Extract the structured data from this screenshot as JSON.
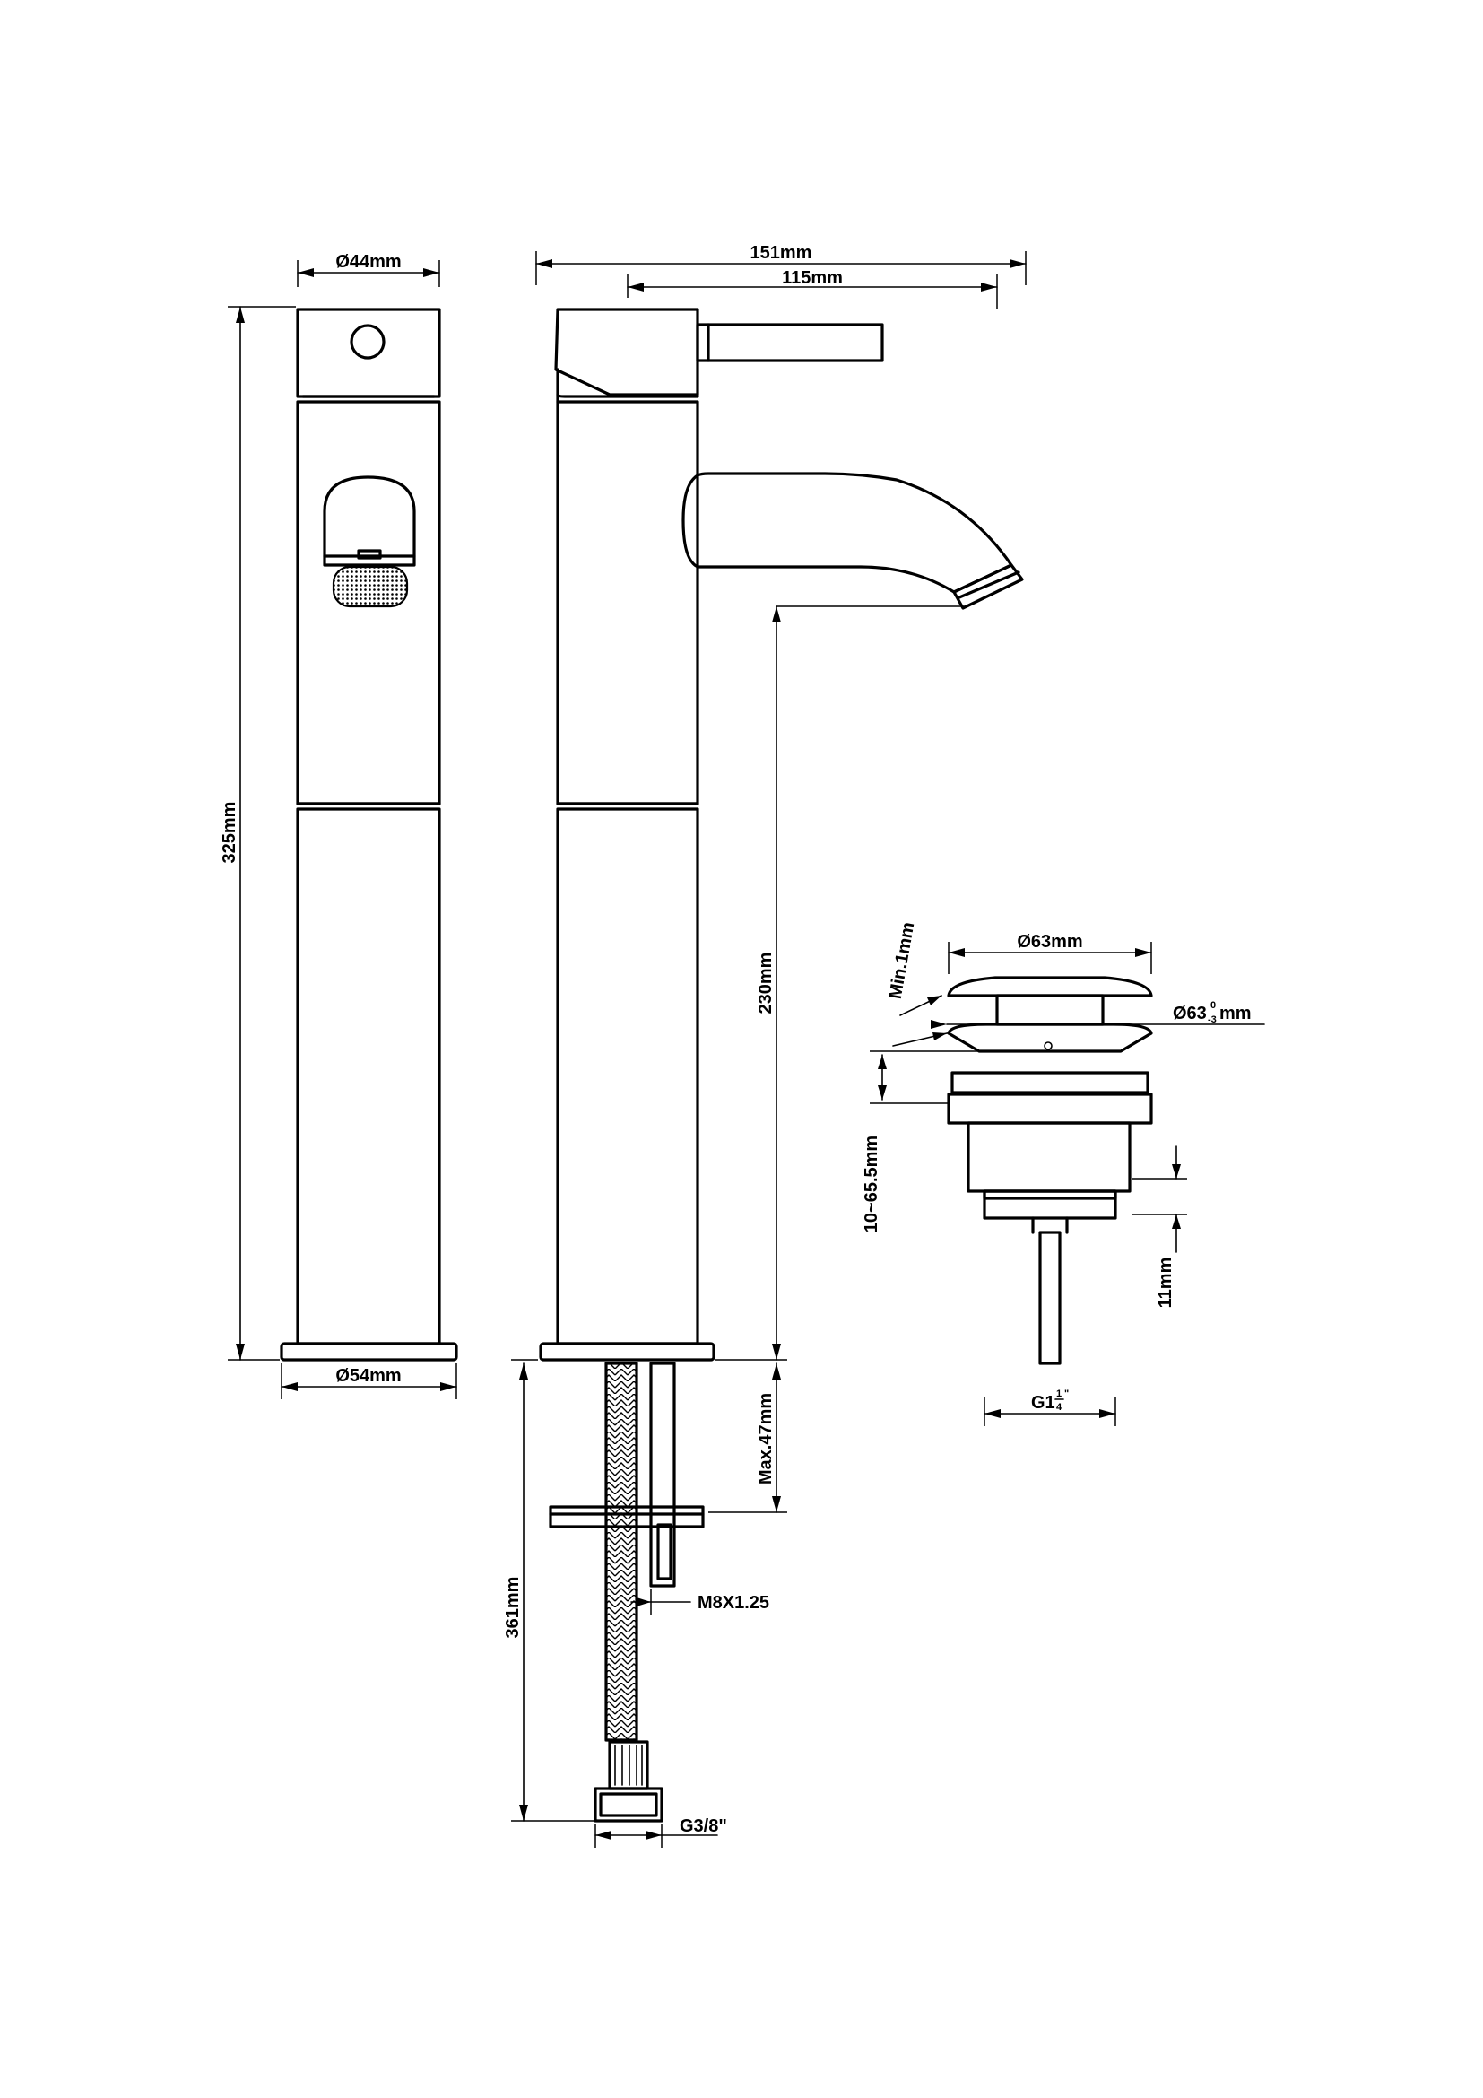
{
  "dimensions": {
    "side_top_diameter": "Ø44mm",
    "side_base_diameter": "Ø54mm",
    "total_height": "325mm",
    "total_reach": "151mm",
    "handle_reach": "115mm",
    "spout_height": "230mm",
    "max_deck_thickness": "Max.47mm",
    "hose_length": "361mm",
    "stud_thread": "M8X1.25",
    "hose_thread": "G3/8\""
  },
  "waste": {
    "cap_diameter": "Ø63mm",
    "body_diameter_prefix": "Ø63",
    "body_diameter_tol_upper": "0",
    "body_diameter_tol_lower": "-3",
    "body_diameter_unit": "mm",
    "min_gap": "Min.1mm",
    "basin_thickness_range": "10~65.5mm",
    "thread_length": "11mm",
    "thread_prefix": "G1",
    "thread_num": "1",
    "thread_den": "4",
    "thread_suffix": "\""
  },
  "colors": {
    "line": "#000000",
    "background": "#ffffff"
  }
}
